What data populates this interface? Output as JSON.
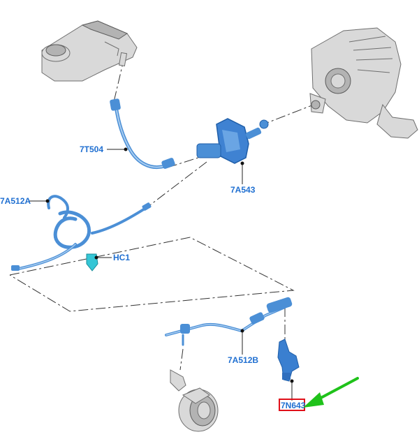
{
  "labels": {
    "fluid_line": "7T504",
    "master_cylinder": "7A543",
    "hydraulic_line_a": "7A512A",
    "hydraulic_line_b": "7A512B",
    "clip": "HC1",
    "bracket": "7N643"
  },
  "highlight": {
    "box_color": "#e0101a",
    "arrow_color": "#1fc21a",
    "part_color": "#3a7fd0"
  }
}
